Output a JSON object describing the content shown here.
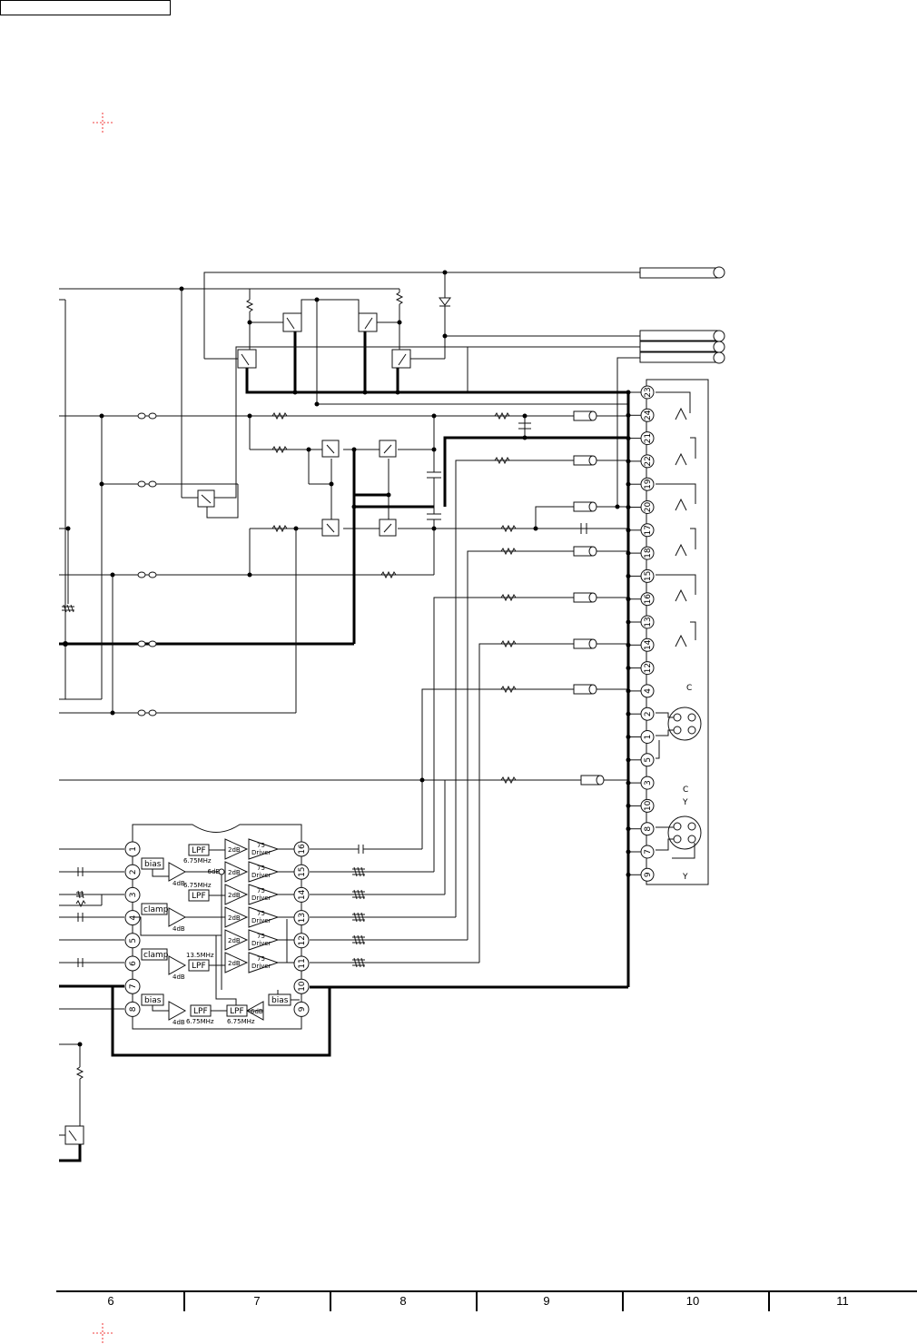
{
  "connector_pins": [
    "23",
    "24",
    "21",
    "22",
    "19",
    "20",
    "17",
    "18",
    "15",
    "16",
    "13",
    "14",
    "12",
    "4",
    "2",
    "1",
    "5",
    "3",
    "10",
    "8",
    "7",
    "9"
  ],
  "ic_left_pins": [
    "1",
    "2",
    "3",
    "4",
    "5",
    "6",
    "7",
    "8"
  ],
  "ic_right_pins": [
    "16",
    "15",
    "14",
    "13",
    "12",
    "11",
    "10",
    "9"
  ],
  "ic_blocks": {
    "bias": "bias",
    "clamp": "clamp",
    "lpf": "LPF",
    "gain_4db": "4dB",
    "gain_6db": "6dB",
    "gain_neg6db": "-6dB",
    "gain_2db": "2dB",
    "driver": "Driver",
    "ohm75": "75",
    "freq_675": "6.75MHz",
    "freq_135": "13.5MHz"
  },
  "svideo_labels": {
    "c": "C",
    "y": "Y"
  },
  "zone_labels": [
    "6",
    "7",
    "8",
    "9",
    "10",
    "11"
  ],
  "colors": {
    "ink": "#000000",
    "registration": "#e00000"
  }
}
